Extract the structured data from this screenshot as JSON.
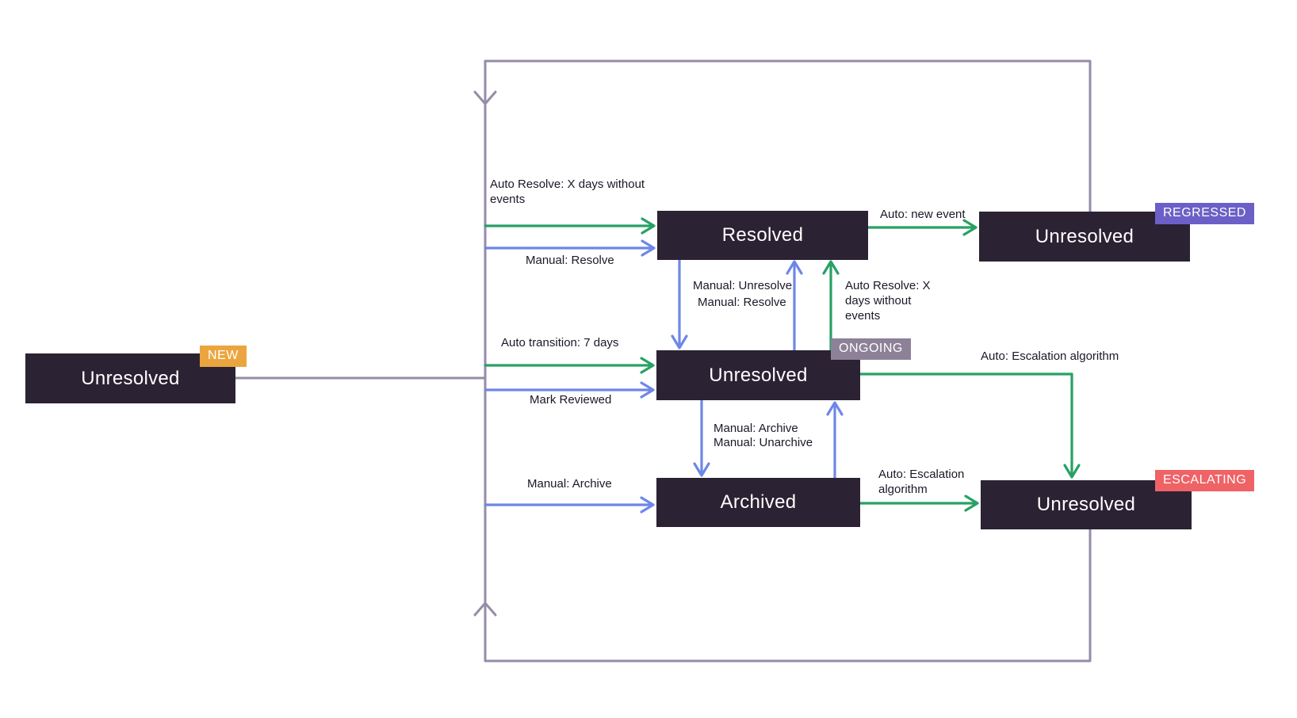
{
  "colors": {
    "node_bg": "#2b2233",
    "node_text": "#ffffff",
    "label_text": "#1d1727",
    "green": "#28a164",
    "blue": "#6e87e6",
    "loop": "#968ba8",
    "badge_new": "#eba53e",
    "badge_regressed": "#6c5fc7",
    "badge_ongoing": "#8d8198",
    "badge_escalating": "#ef6266",
    "background": "#ffffff"
  },
  "nodes": {
    "new": {
      "label": "Unresolved",
      "badge": "NEW"
    },
    "resolved": {
      "label": "Resolved"
    },
    "regressed": {
      "label": "Unresolved",
      "badge": "REGRESSED"
    },
    "ongoing": {
      "label": "Unresolved",
      "badge": "ONGOING"
    },
    "archived": {
      "label": "Archived"
    },
    "escalating": {
      "label": "Unresolved",
      "badge": "ESCALATING"
    }
  },
  "edges": {
    "auto_resolve_days": "Auto Resolve: X days without events",
    "manual_resolve": "Manual: Resolve",
    "auto_new_event": "Auto: new event",
    "manual_unresolve": "Manual: Unresolve",
    "manual_resolve_up": "Manual: Resolve",
    "auto_resolve_days_up": "Auto Resolve: X days without events",
    "auto_transition": "Auto transition: 7 days",
    "mark_reviewed": "Mark Reviewed",
    "auto_escalation": "Auto: Escalation algorithm",
    "manual_archive": "Manual: Archive",
    "manual_unarchive": "Manual: Unarchive",
    "manual_archive_left": "Manual: Archive",
    "auto_escalation_bottom": "Auto: Escalation algorithm"
  }
}
